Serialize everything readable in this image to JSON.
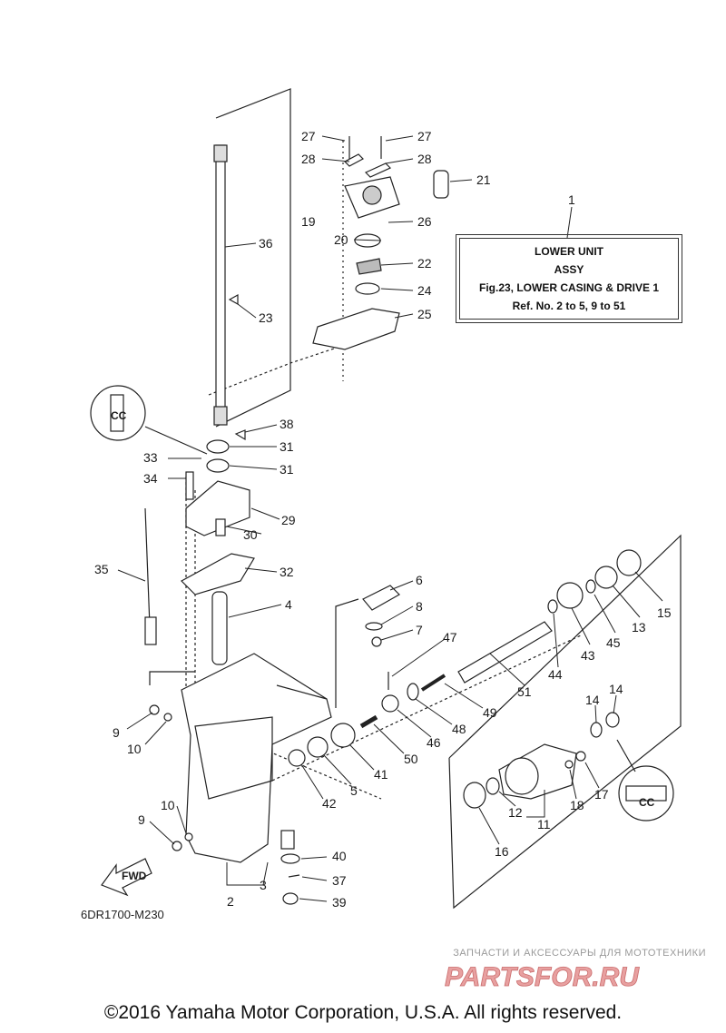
{
  "info_box": {
    "callout": "1",
    "line1": "LOWER UNIT",
    "line2": "ASSY",
    "line3": "Fig.23, LOWER CASING & DRIVE 1",
    "line4": "Ref. No. 2 to 5, 9 to 51"
  },
  "diagram_code": "6DR1700-M230",
  "fwd_label": "FWD",
  "cc_label": "CC",
  "watermark": {
    "caption": "ЗАПЧАСТИ И АКСЕССУАРЫ ДЛЯ МОТОТЕХНИКИ",
    "logo": "PARTSFOR.RU",
    "logo_color": "#e8a0a0"
  },
  "copyright": "©2016 Yamaha Motor Corporation, U.S.A. All rights reserved.",
  "callouts": [
    "27",
    "27",
    "28",
    "28",
    "21",
    "19",
    "26",
    "20",
    "22",
    "36",
    "24",
    "25",
    "23",
    "38",
    "31",
    "33",
    "31",
    "34",
    "29",
    "30",
    "35",
    "32",
    "4",
    "6",
    "8",
    "7",
    "47",
    "15",
    "13",
    "45",
    "43",
    "44",
    "51",
    "49",
    "9",
    "10",
    "48",
    "46",
    "50",
    "41",
    "14",
    "14",
    "5",
    "42",
    "17",
    "18",
    "12",
    "11",
    "10",
    "9",
    "16",
    "40",
    "37",
    "3",
    "2",
    "39"
  ]
}
